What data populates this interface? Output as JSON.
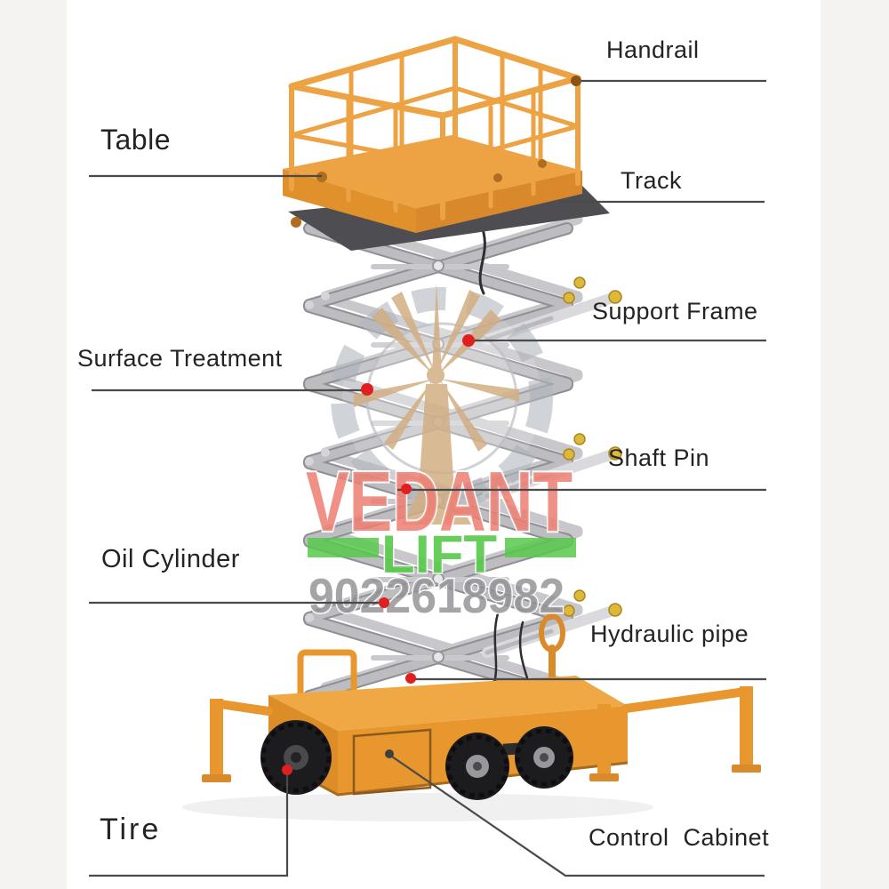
{
  "diagram": {
    "labels": {
      "handrail": "Handrail",
      "table": "Table",
      "track": "Track",
      "support_frame": "Support Frame",
      "surface_treatment": "Surface Treatment",
      "shaft_pin": "Shaft Pin",
      "oil_cylinder": "Oil Cylinder",
      "hydraulic_pipe": "Hydraulic pipe",
      "tire": "Tire",
      "control_cabinet": "Control  Cabinet"
    },
    "watermark": {
      "brand": "VEDANT",
      "brand_sub": "LIFT",
      "phone": "9022618982",
      "brand_color": "#ed7e72",
      "sub_color": "#57c94a",
      "phone_color": "#8e8e92"
    },
    "colors": {
      "machine_orange": "#e8962e",
      "machine_orange_light": "#eda243",
      "arm_gray": "#b3b3b8",
      "track_gray": "#4e4e52",
      "pointer_red": "#e02020",
      "leader_line": "#4a4a4a",
      "tire_black": "#1c1c1e"
    }
  }
}
